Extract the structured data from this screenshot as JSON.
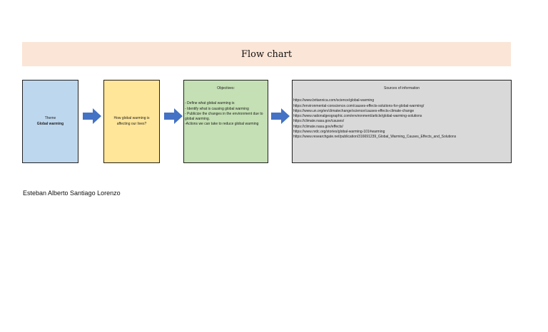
{
  "title": "Flow chart",
  "theme_box": {
    "label": "Theme",
    "value": "Global warming"
  },
  "question_box": {
    "text": "How global warming is affecting our lives?"
  },
  "objectives_box": {
    "heading": "Objectives:",
    "items": [
      "- Define what global warming is",
      "- Identify what is causing global warming",
      "- Publicize the changes in the environment due to global warming.",
      "-Actions we can take to reduce global warming"
    ]
  },
  "sources_box": {
    "heading": "Sources of information",
    "items": [
      "https://www.britannica.com/science/global-warming",
      "https://environmental-conscience.com/causes-effects-solutions-for-global-warming/",
      "https://www.un.org/en/climatechange/science/causes-effects-climate-change",
      "https://www.nationalgeographic.com/environment/article/global-warming-solutions",
      "https://climate.nasa.gov/causes/",
      "https://climate.nasa.gov/effects/",
      "https://www.nrdc.org/stories/global-warming-101#warming",
      "https://www.researchgate.net/publication/316691239_Global_Warming_Causes_Effects_and_Solutions"
    ]
  },
  "author": "Esteban Alberto Santiago Lorenzo",
  "colors": {
    "title_band": "#fbe5d6",
    "theme_box": "#bdd7ee",
    "question_box": "#ffe699",
    "objectives_box": "#c5e0b4",
    "sources_box": "#d9d9d9",
    "arrow": "#4472c4"
  }
}
